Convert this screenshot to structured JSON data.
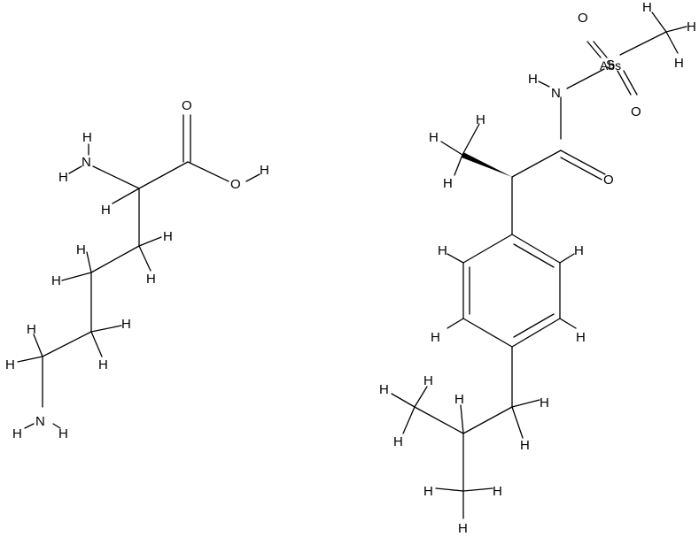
{
  "molecules": [
    {
      "id": "lysine",
      "atom_labels": {
        "N_amino_a": "N",
        "H_n1a": "H",
        "H_n1b": "H",
        "O_carbonyl": "O",
        "O_hydroxyl": "O",
        "H_oh": "H",
        "N_amino_e": "N",
        "H_n2a": "H",
        "H_n2b": "H",
        "H_ca": "H",
        "H_c3a": "H",
        "H_c3b": "H",
        "H_c4a": "H",
        "H_c4b": "H",
        "H_c5a": "H",
        "H_c5b": "H",
        "H_c6a": "H",
        "H_c6b": "H"
      }
    },
    {
      "id": "ibuprofen-methanesulfonamide",
      "atom_labels": {
        "S": "S",
        "Abs": "Abs",
        "O_s1": "O",
        "O_s2": "O",
        "N_amide": "N",
        "H_nh": "H",
        "O_amide": "O",
        "H_sme1": "H",
        "H_sme2": "H",
        "H_sme3": "H",
        "H_me1": "H",
        "H_me2": "H",
        "H_me3": "H",
        "H_ar1": "H",
        "H_ar2": "H",
        "H_ar3": "H",
        "H_ar4": "H",
        "H_ch2a": "H",
        "H_ch2b": "H",
        "H_ch": "H",
        "H_ib1a": "H",
        "H_ib1b": "H",
        "H_ib1c": "H",
        "H_ib2a": "H",
        "H_ib2b": "H",
        "H_ib2c": "H"
      }
    }
  ]
}
